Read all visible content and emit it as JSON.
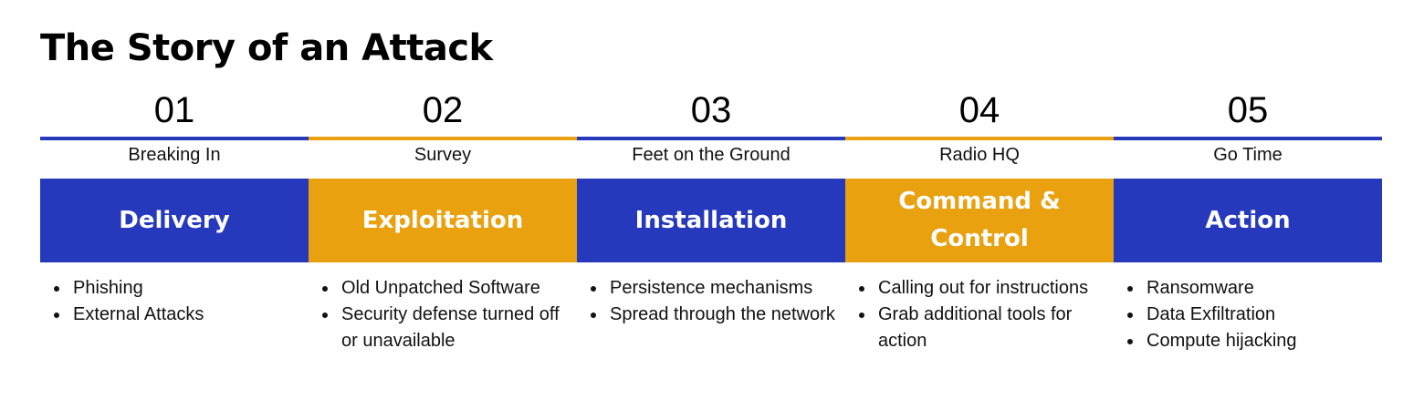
{
  "title": "The Story of an Attack",
  "colors": {
    "blue": "#2639bd",
    "orange": "#e9a10f"
  },
  "stages": [
    {
      "number": "01",
      "subtitle": "Breaking In",
      "label": "Delivery",
      "color": "blue",
      "items": [
        "Phishing",
        "External Attacks"
      ]
    },
    {
      "number": "02",
      "subtitle": "Survey",
      "label": "Exploitation",
      "color": "orange",
      "items": [
        "Old Unpatched Software",
        "Security defense turned off or unavailable"
      ]
    },
    {
      "number": "03",
      "subtitle": "Feet on the Ground",
      "label": "Installation",
      "color": "blue",
      "items": [
        "Persistence mechanisms",
        "Spread through the network"
      ]
    },
    {
      "number": "04",
      "subtitle": "Radio HQ",
      "label": "Command & Control",
      "color": "orange",
      "items": [
        "Calling out for instructions",
        "Grab additional tools for action"
      ]
    },
    {
      "number": "05",
      "subtitle": "Go Time",
      "label": "Action",
      "color": "blue",
      "items": [
        "Ransomware",
        "Data Exfiltration",
        "Compute hijacking"
      ]
    }
  ]
}
